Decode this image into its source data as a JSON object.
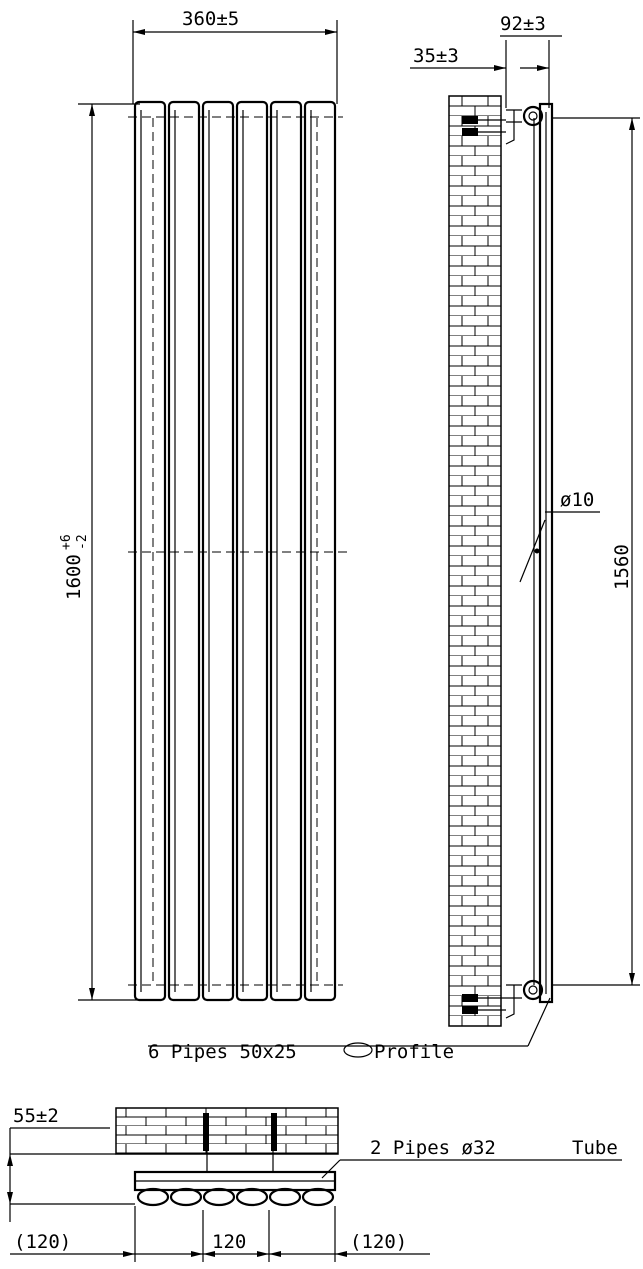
{
  "drawing": {
    "front_width": "360±5",
    "front_height_base": "1600",
    "front_height_tol_plus": "+6",
    "front_height_tol_minus": "-2",
    "side_depth": "92±3",
    "wall_gap": "35±3",
    "side_height": "1560",
    "bracket_dia": "ø10",
    "pipes_label": "6 Pipes 50x25",
    "profile_label": "Profile",
    "bottom_gap": "55±2",
    "tube_label": "2 Pipes ø32",
    "tube_word": "Tube",
    "span_left": "(120)",
    "span_mid": "120",
    "span_right": "(120)"
  }
}
